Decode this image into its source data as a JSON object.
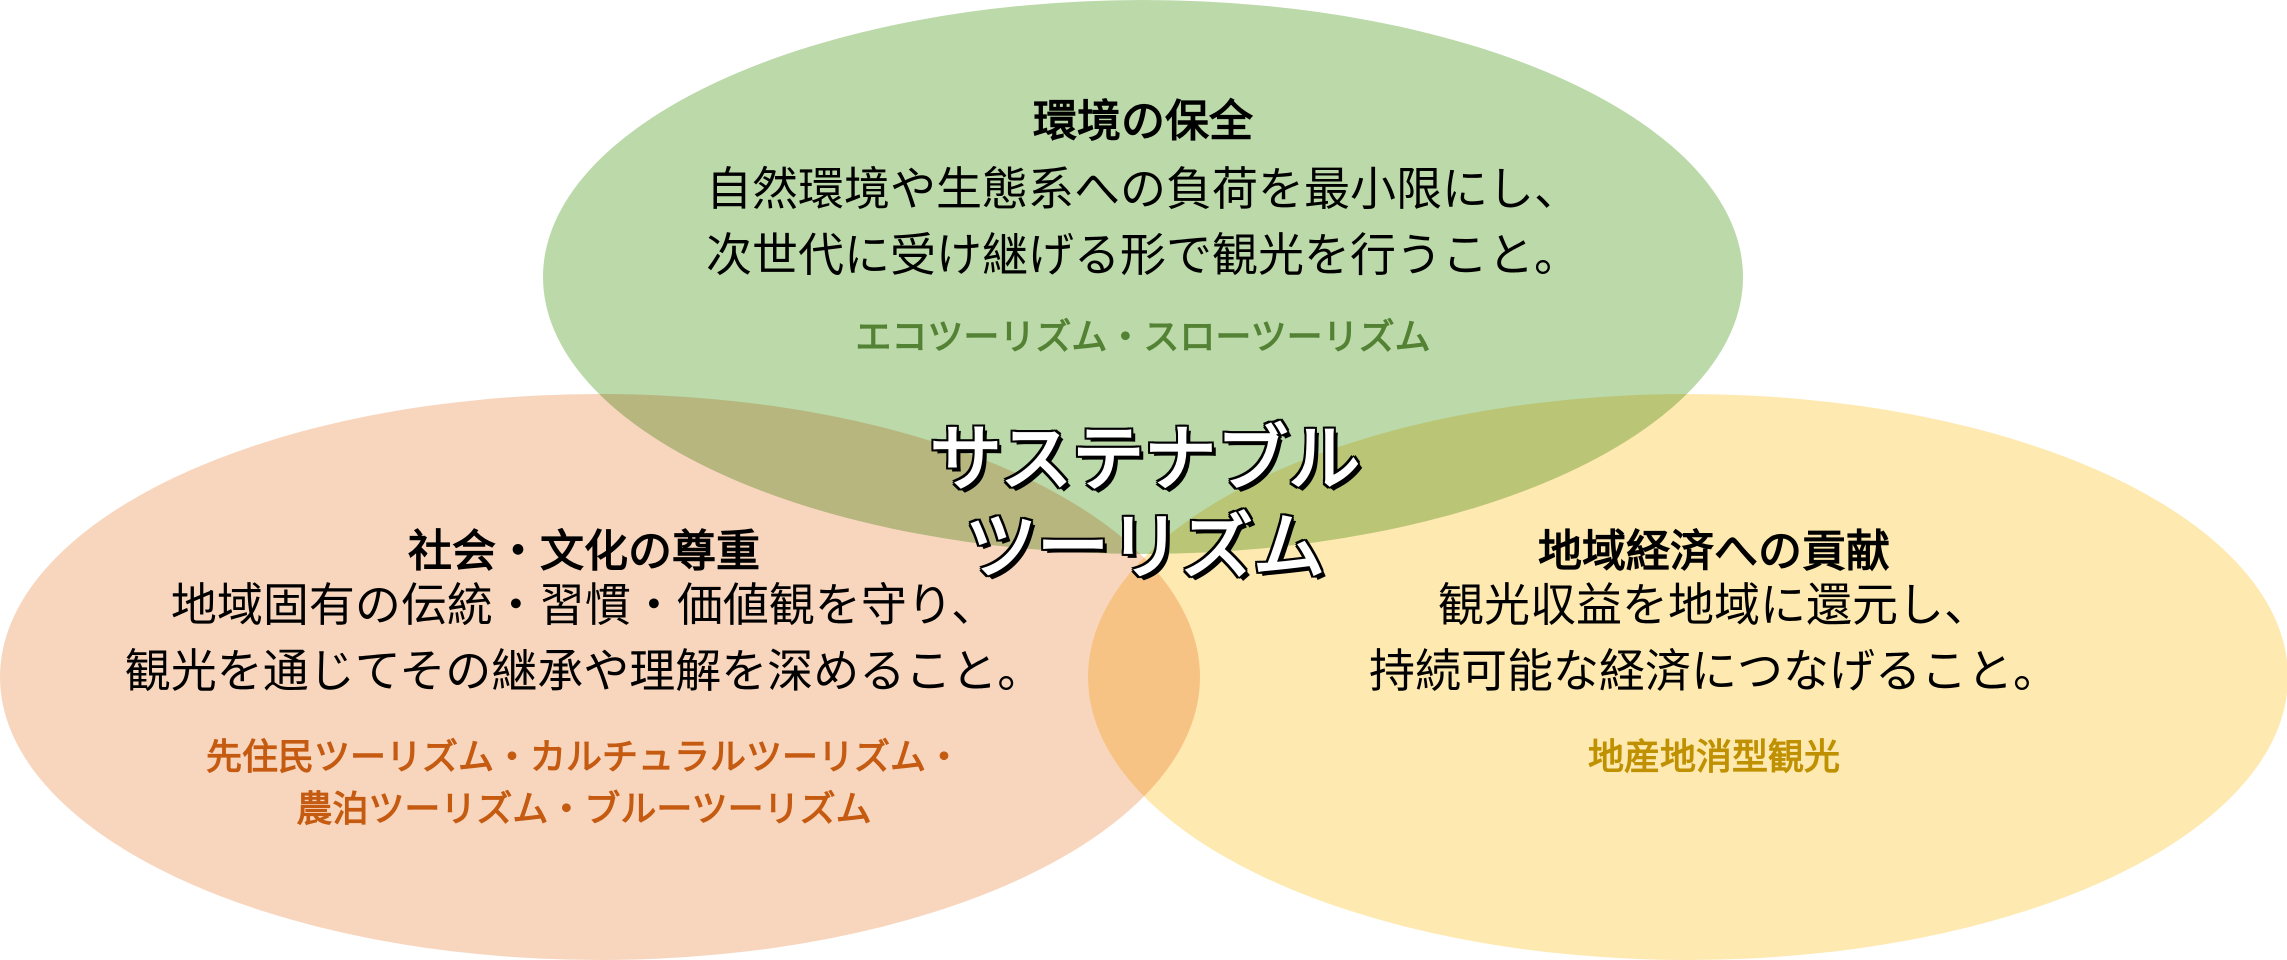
{
  "center": {
    "line1": "サステナブル",
    "line2": "ツーリズム"
  },
  "circles": [
    {
      "id": "environment",
      "title": "環境の保全",
      "body": [
        "自然環境や生態系への負荷を最小限にし、",
        "次世代に受け継げる形で観光を行うこと。"
      ],
      "examples": [
        "エコツーリズム・スローツーリズム"
      ],
      "fill": "#bbd9a9",
      "accent": "#548235"
    },
    {
      "id": "society",
      "title": "社会・文化の尊重",
      "body": [
        "地域固有の伝統・習慣・価値観を守り、",
        "観光を通じてその継承や理解を深めること。"
      ],
      "examples": [
        "先住民ツーリズム・カルチュラルツーリズム・",
        "農泊ツーリズム・ブルーツーリズム"
      ],
      "fill": "#f8d6be",
      "accent": "#c55a11"
    },
    {
      "id": "economy",
      "title": "地域経済への貢献",
      "body": [
        "観光収益を地域に還元し、",
        "持続可能な経済につなげること。"
      ],
      "examples": [
        "地産地消型観光"
      ],
      "fill": "#fee9b1",
      "accent": "#bf9000"
    }
  ]
}
